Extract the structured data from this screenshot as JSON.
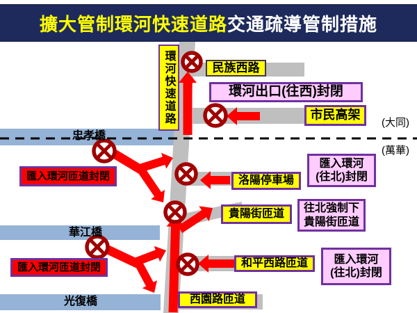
{
  "title": {
    "highlight": "擴大管制環河快速道路",
    "rest": "交通疏導管制措施"
  },
  "colors": {
    "title_bg": "#1e2a5c",
    "label_yellow": "#ffff00",
    "label_pink": "#ffccff",
    "closure_red": "#ff0000",
    "border_purple": "#7030a0",
    "border_dark": "#403152",
    "road_gray": "#bfbfbf",
    "bridge_blue": "#95b3d7",
    "no_entry_red": "#a00000",
    "arrow_red": "#ff0000",
    "text_black": "#000000"
  },
  "icons": {
    "closure": "no-entry-icon",
    "diversion": "red-arrow"
  },
  "map": {
    "expressway": "環河快速道路",
    "bridges": {
      "zhongxiao": "忠孝橋",
      "huajiang": "華江橋",
      "guangfu": "光復橋"
    },
    "districts": {
      "datong": "(大同)",
      "wanhua": "(萬華)"
    },
    "road_labels": {
      "minzu": "民族西路",
      "shimin": "市民高架",
      "luoyang": "洛陽停車場",
      "guiyang": "貴陽街匝道",
      "heping": "和平西路匝道",
      "xiyuan": "西園路匝道"
    },
    "closures": {
      "huanhe_exit": "環河出口(往西)封閉",
      "merge_ramp_closed": "匯入環河匝道封閉",
      "merge_north_l1": "匯入環河",
      "merge_north_l2": "(往北)封閉",
      "force_down_l1": "往北強制下",
      "force_down_l2": "貴陽街匝道"
    }
  }
}
